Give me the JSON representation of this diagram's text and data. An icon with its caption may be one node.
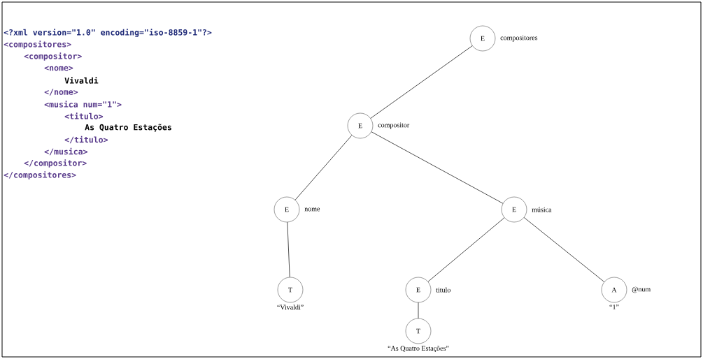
{
  "diagram": {
    "nodes": [
      {
        "text": [
          "E"
        ],
        "beside": [
          "compositores"
        ]
      },
      {
        "text": [
          "E"
        ],
        "beside": [
          "compositor"
        ]
      },
      {
        "text": [
          "E"
        ],
        "beside": [
          "nome"
        ]
      },
      {
        "text": [
          "E"
        ],
        "beside": [
          "música"
        ]
      },
      {
        "text": [
          "T"
        ],
        "beside": [
          "“Vivaldi”"
        ]
      },
      {
        "text": [
          "E"
        ],
        "beside": [
          "titulo"
        ]
      },
      {
        "text": [
          "A"
        ],
        "beside": [
          "@num",
          "“1”"
        ]
      },
      {
        "text": [
          "T"
        ],
        "beside": [
          "“As Quatro Estações”"
        ]
      }
    ],
    "edges": [
      {
        "from": 0,
        "to": 1,
        "arrow": "none"
      },
      {
        "from": 1,
        "to": 2,
        "arrow": "none"
      },
      {
        "from": 1,
        "to": 3,
        "arrow": "none"
      },
      {
        "from": 2,
        "to": 4,
        "arrow": "none"
      },
      {
        "from": 3,
        "to": 5,
        "arrow": "none"
      },
      {
        "from": 3,
        "to": 6,
        "arrow": "none"
      },
      {
        "from": 5,
        "to": 7,
        "arrow": "none"
      }
    ],
    "labels": [
      "<?xml version=\"1.0\" encoding=\"iso-8859-1\"?>",
      "<compositores>",
      "<compositor>",
      "<nome>",
      "Vivaldi",
      "</nome>",
      "<musica num=\"1\">",
      "<titulo>",
      "As Quatro Estações",
      "</titulo>",
      "</musica>",
      "</compositor>",
      "</compositores>"
    ]
  }
}
